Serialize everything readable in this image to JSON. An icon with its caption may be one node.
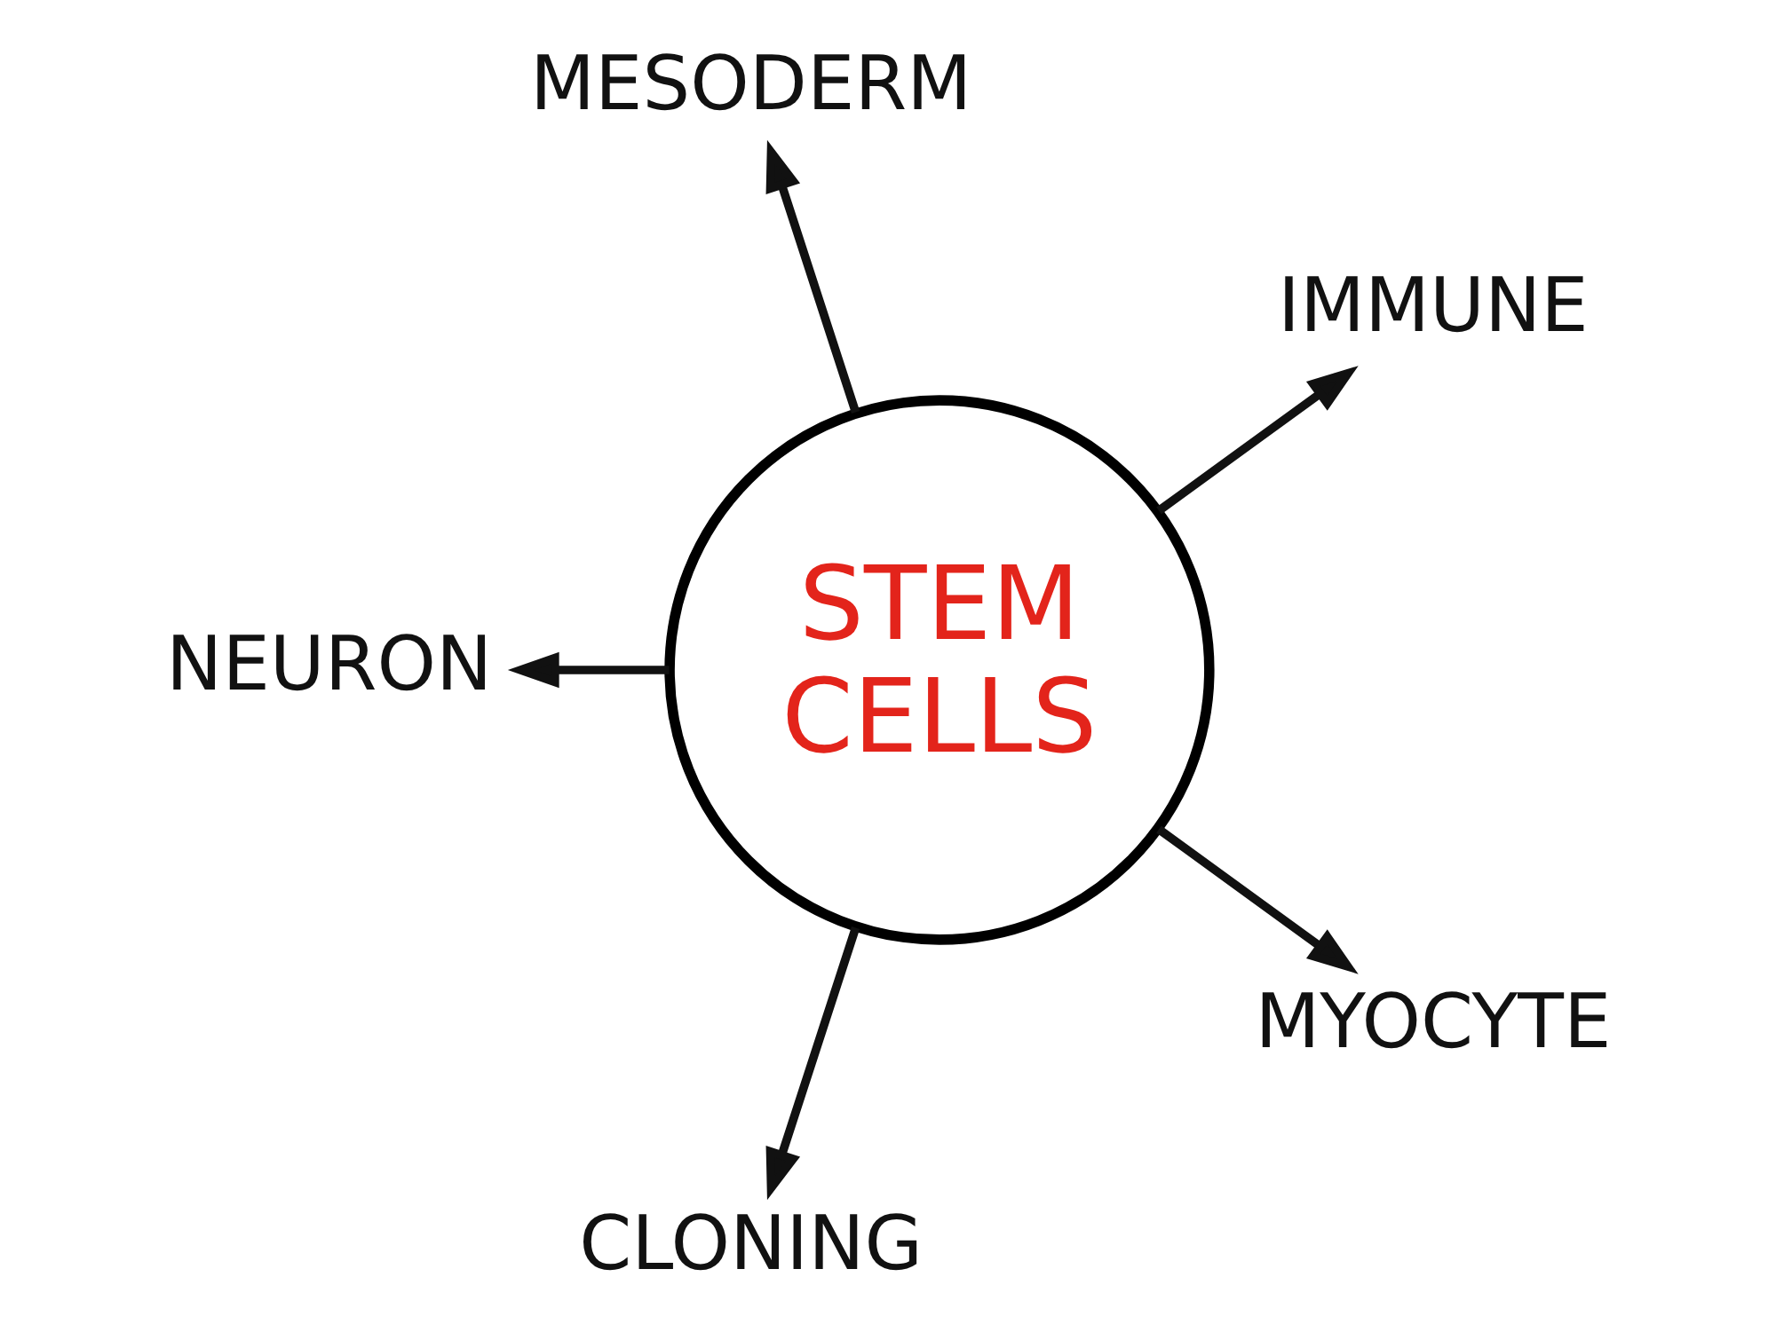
{
  "diagram": {
    "nodes": [
      {
        "text": [
          "MESODERM"
        ]
      },
      {
        "text": [
          "NEURON"
        ]
      },
      {
        "text": [
          "STEM CELLS"
        ]
      },
      {
        "text": [
          "IMMUNE"
        ]
      },
      {
        "text": [
          "CLONING"
        ]
      },
      {
        "text": [
          "MYOCYTE"
        ]
      }
    ],
    "edges": [
      {
        "from": 2,
        "to": 0,
        "arrow": "to"
      },
      {
        "from": 2,
        "to": 1,
        "arrow": "to"
      },
      {
        "from": 2,
        "to": 3,
        "arrow": "to"
      },
      {
        "from": 2,
        "to": 4,
        "arrow": "to"
      },
      {
        "from": 2,
        "to": 5,
        "arrow": "to"
      }
    ]
  }
}
